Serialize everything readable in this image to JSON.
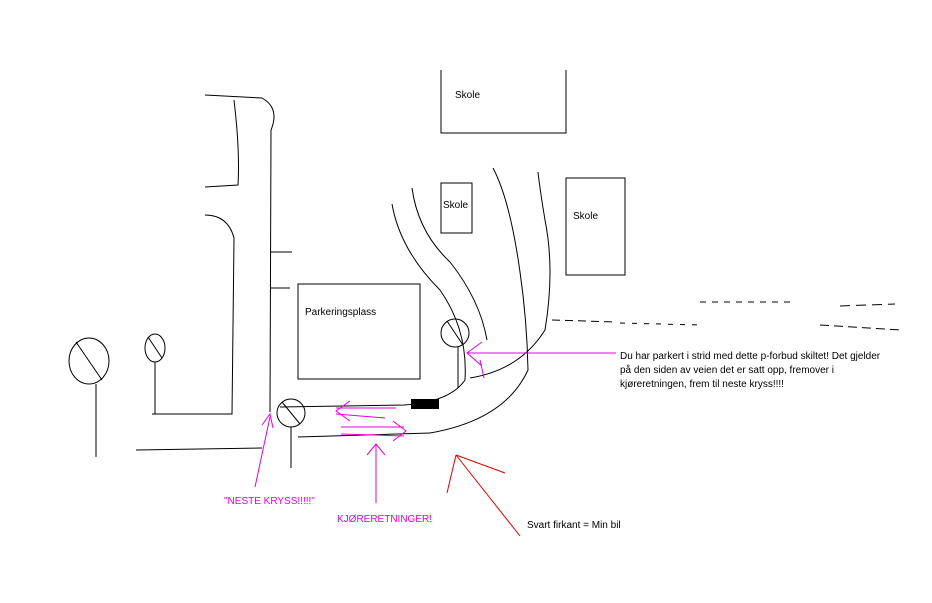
{
  "labels": {
    "school_top": "Skole",
    "school_small": "Skole",
    "school_right": "Skole",
    "parking": "Parkeringsplass",
    "note_line1": "Du har parkert i strid med dette p-forbud skiltet! Det gjelder",
    "note_line2": "på den siden av veien det er satt opp, fremover i",
    "note_line3": "kjøreretningen, frem til neste kryss!!!!",
    "neste_kryss": "\"NESTE KRYSS!!!!!\"",
    "kjoreretninger": "KJØRERETNINGER!",
    "min_bil": "Svart firkant = Min bil"
  },
  "colors": {
    "ink": "#000000",
    "magenta": "#e000e0",
    "red": "#e00000",
    "background": "#ffffff"
  },
  "icons": {
    "sign": "no-parking-sign-icon",
    "car": "car-square-icon"
  }
}
